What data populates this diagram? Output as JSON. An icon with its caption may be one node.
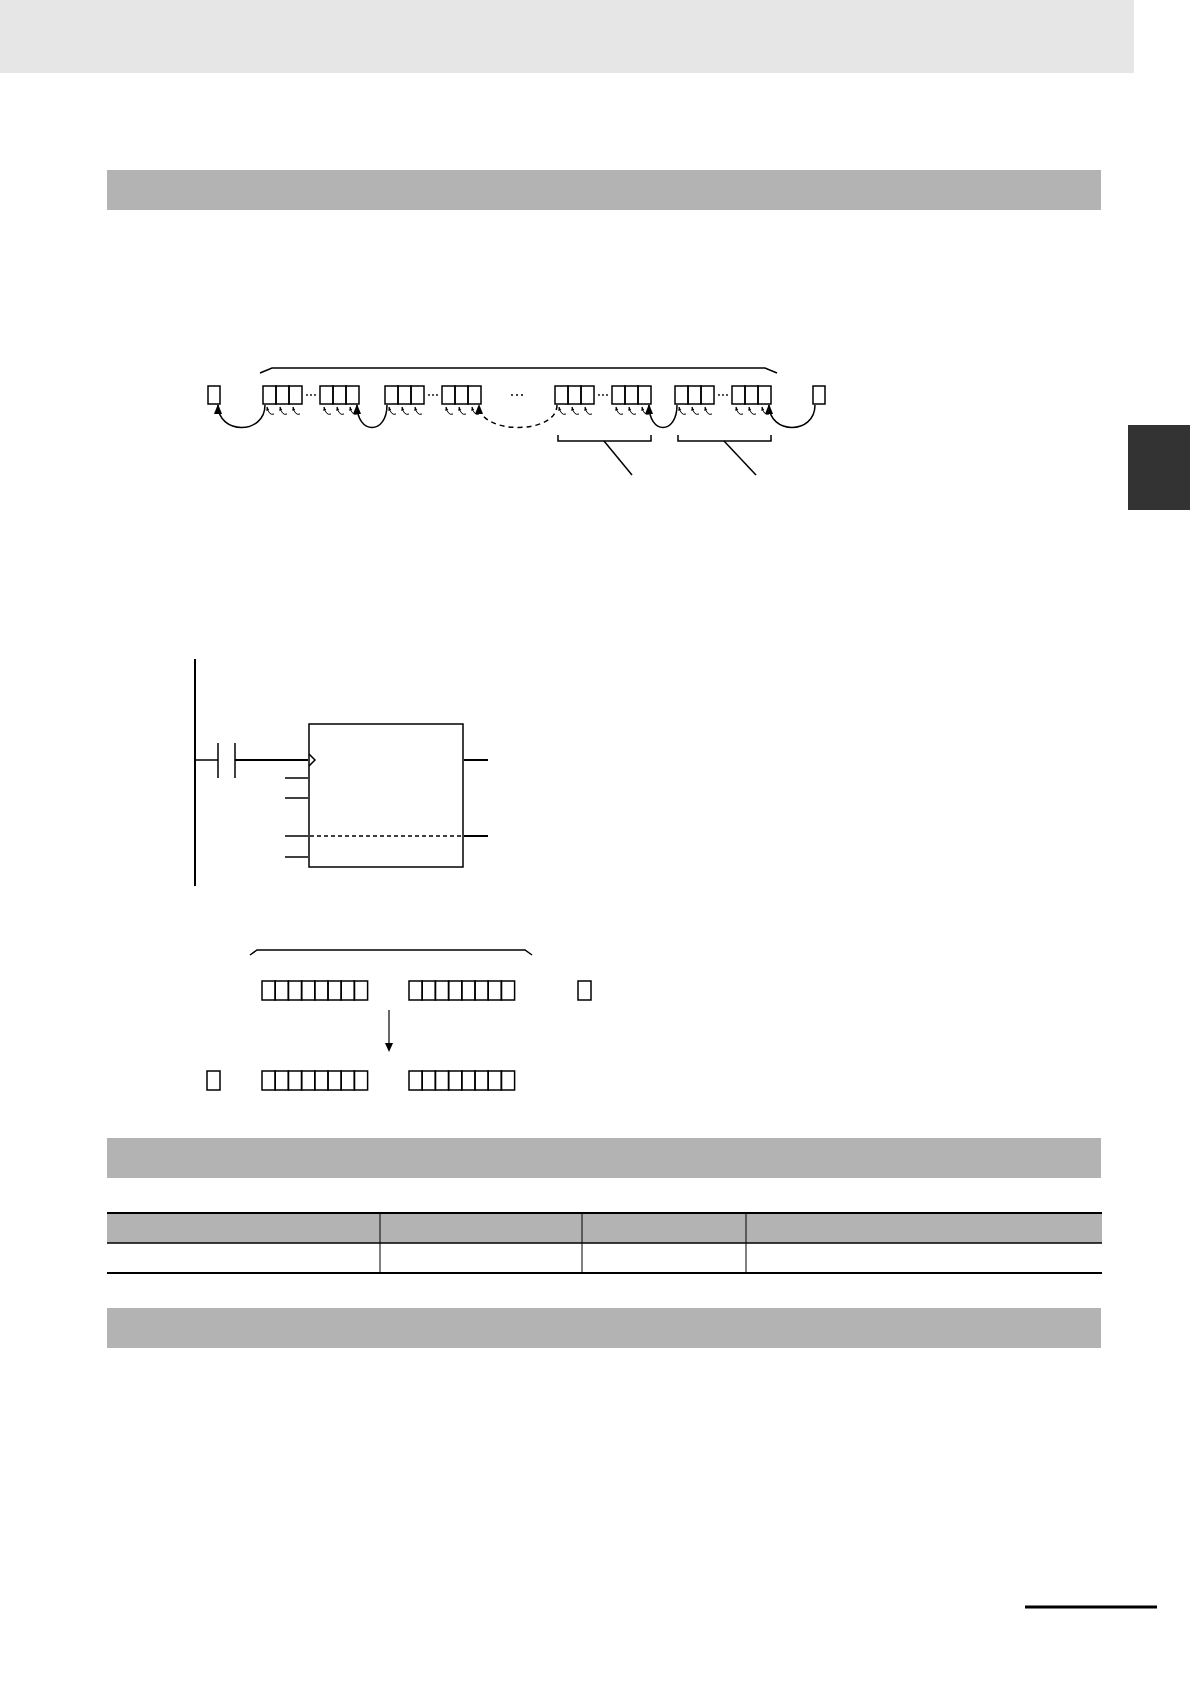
{
  "diagram": {
    "nodes": [
      {
        "text": [],
        "shape": "bar"
      },
      {
        "text": [],
        "shape": "box"
      },
      {
        "text": [],
        "shape": "box"
      },
      {
        "text": [],
        "shape": "box"
      },
      {
        "text": [],
        "shape": "box"
      },
      {
        "text": [],
        "shape": "box"
      },
      {
        "text": [],
        "shape": "box"
      },
      {
        "text": [],
        "shape": "box"
      },
      {
        "text": [],
        "shape": "bar"
      },
      {
        "text": [],
        "shape": "bar"
      }
    ],
    "edges": [
      {
        "from": 2,
        "to": 1,
        "arrow": "to"
      },
      {
        "from": 3,
        "to": 2,
        "arrow": "to"
      },
      {
        "from": 4,
        "to": 3,
        "arrow": "to",
        "style": "dashed"
      },
      {
        "from": 5,
        "to": 4,
        "arrow": "to"
      },
      {
        "from": 6,
        "to": 5,
        "arrow": "to"
      }
    ]
  }
}
